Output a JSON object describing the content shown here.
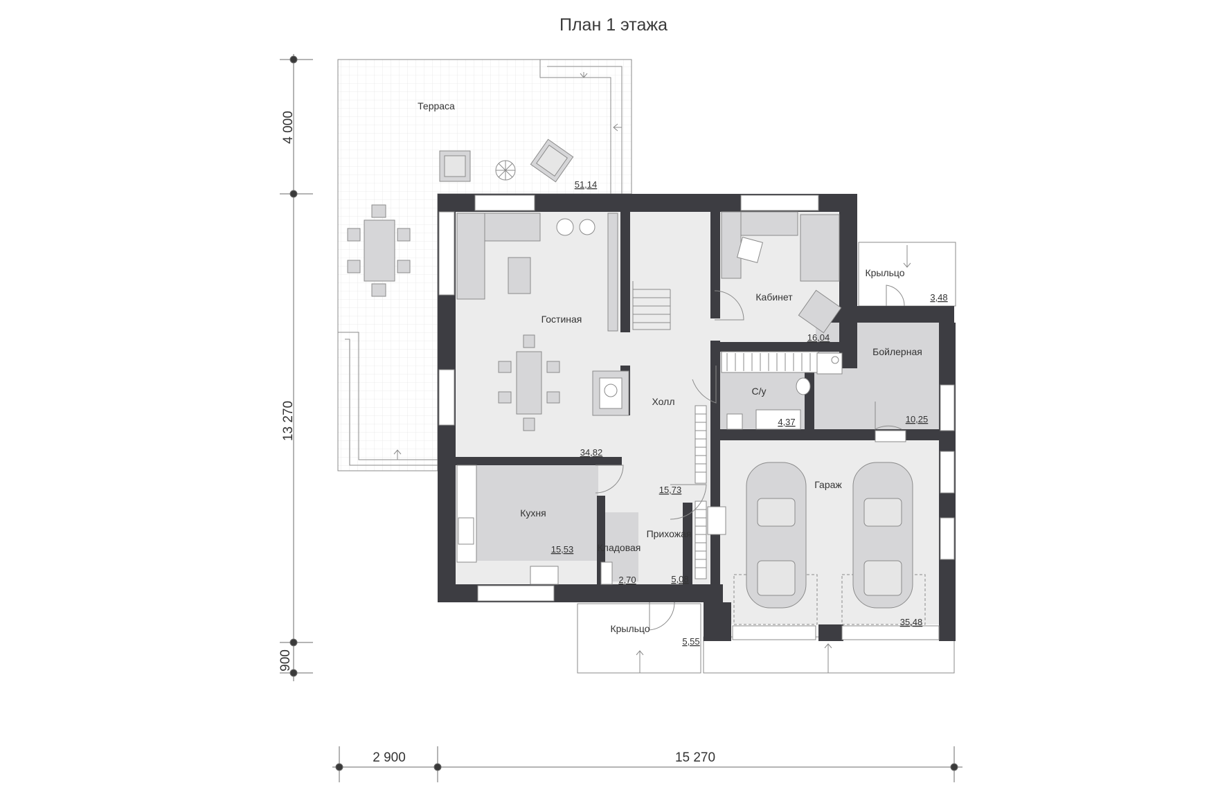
{
  "title": "План 1 этажа",
  "rooms": {
    "terrace": {
      "name": "Терраса",
      "area": "51,14"
    },
    "living": {
      "name": "Гостиная",
      "area": "34,82"
    },
    "study": {
      "name": "Кабинет",
      "area": "16,04"
    },
    "porch_right": {
      "name": "Крыльцо",
      "area": "3,48"
    },
    "boiler": {
      "name": "Бойлерная",
      "area": "10,25"
    },
    "wc": {
      "name": "С/у",
      "area": "4,37"
    },
    "hall": {
      "name": "Холл",
      "area": "15,73"
    },
    "garage": {
      "name": "Гараж",
      "area": "35,48"
    },
    "kitchen": {
      "name": "Кухня",
      "area": "15,53"
    },
    "pantry": {
      "name": "Кладовая",
      "area": "2,70"
    },
    "entry": {
      "name": "Прихожая",
      "area": "5,08"
    },
    "porch_bottom": {
      "name": "Крыльцо",
      "area": "5,55"
    }
  },
  "dimensions": {
    "v_top": "4 000",
    "v_mid": "13 270",
    "v_bottom": "900",
    "h_left": "2 900",
    "h_right": "15 270"
  },
  "colors": {
    "wall": "#3d3d42",
    "floor_light": "#ececec",
    "floor_mid": "#d6d6d8",
    "line": "#8a8a8a"
  }
}
